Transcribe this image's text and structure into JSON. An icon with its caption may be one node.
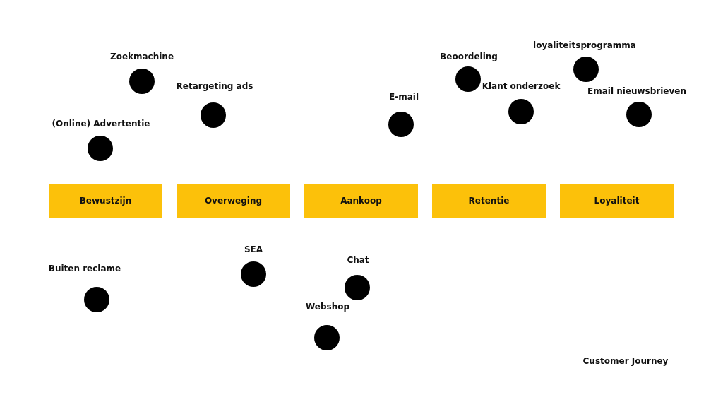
{
  "diagram": {
    "caption": "Customer Journey",
    "nodes": [
      {
        "text": [
          "loyaliteitsprogramma"
        ]
      },
      {
        "text": [
          "Zoekmachine"
        ]
      },
      {
        "text": [
          "Beoordeling"
        ]
      },
      {
        "text": [
          "Retargeting ads"
        ]
      },
      {
        "text": [
          "Klant onderzoek"
        ]
      },
      {
        "text": [
          "Email nieuwsbrieven"
        ]
      },
      {
        "text": [
          "E-mail"
        ]
      },
      {
        "text": [
          "(Online) Advertentie"
        ]
      },
      {
        "text": [
          "Bewustzijn"
        ]
      },
      {
        "text": [
          "Overweging"
        ]
      },
      {
        "text": [
          "Aankoop"
        ]
      },
      {
        "text": [
          "Retentie"
        ]
      },
      {
        "text": [
          "Loyaliteit"
        ]
      },
      {
        "text": [
          "SEA"
        ]
      },
      {
        "text": [
          "Chat"
        ]
      },
      {
        "text": [
          "Buiten reclame"
        ]
      },
      {
        "text": [
          "Webshop"
        ]
      }
    ],
    "edges": []
  }
}
